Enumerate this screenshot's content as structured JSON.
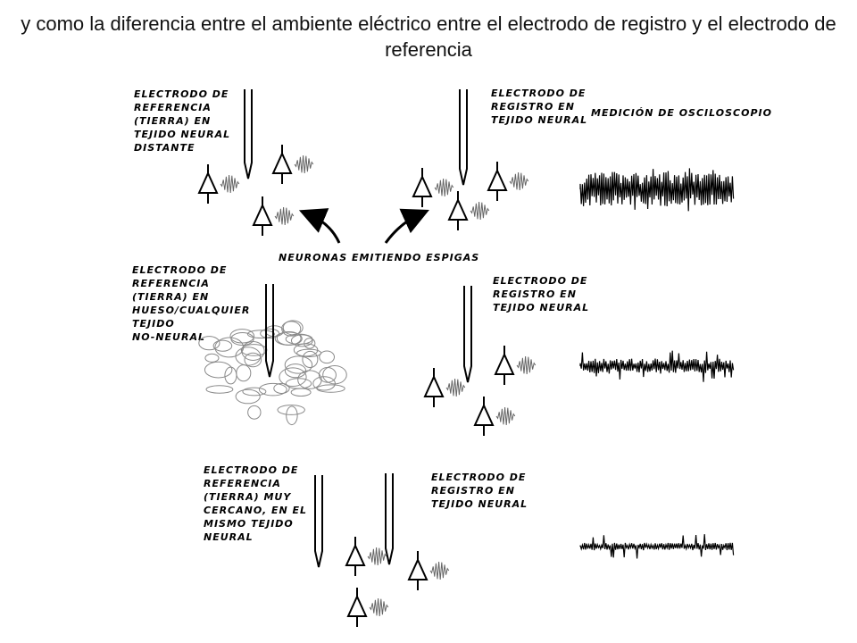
{
  "title": "y como la diferencia entre el ambiente eléctrico entre el electrodo de registro y el electrodo de referencia",
  "center_label": "NEURONAS EMITIENDO ESPIGAS",
  "scope_label": "MEDICIÓN DE OSCILOSCOPIO",
  "panels": [
    {
      "reference_label": [
        "ELECTRODO DE",
        "REFERENCIA",
        "(TIERRA) EN",
        "TEJIDO NEURAL",
        "DISTANTE"
      ],
      "recording_label": [
        "ELECTRODO DE",
        "REGISTRO EN",
        "TEJIDO NEURAL"
      ]
    },
    {
      "reference_label": [
        "ELECTRODO DE",
        "REFERENCIA",
        "(TIERRA) EN",
        "HUESO/CUALQUIER",
        "TEJIDO",
        "NO-NEURAL"
      ],
      "recording_label": [
        "ELECTRODO DE",
        "REGISTRO EN",
        "TEJIDO NEURAL"
      ]
    },
    {
      "reference_label": [
        "ELECTRODO DE",
        "REFERENCIA",
        "(TIERRA) MUY",
        "CERCANO, EN EL",
        "MISMO TEJIDO",
        "NEURAL"
      ],
      "recording_label": [
        "ELECTRODO DE",
        "REGISTRO EN",
        "TEJIDO NEURAL"
      ]
    }
  ]
}
